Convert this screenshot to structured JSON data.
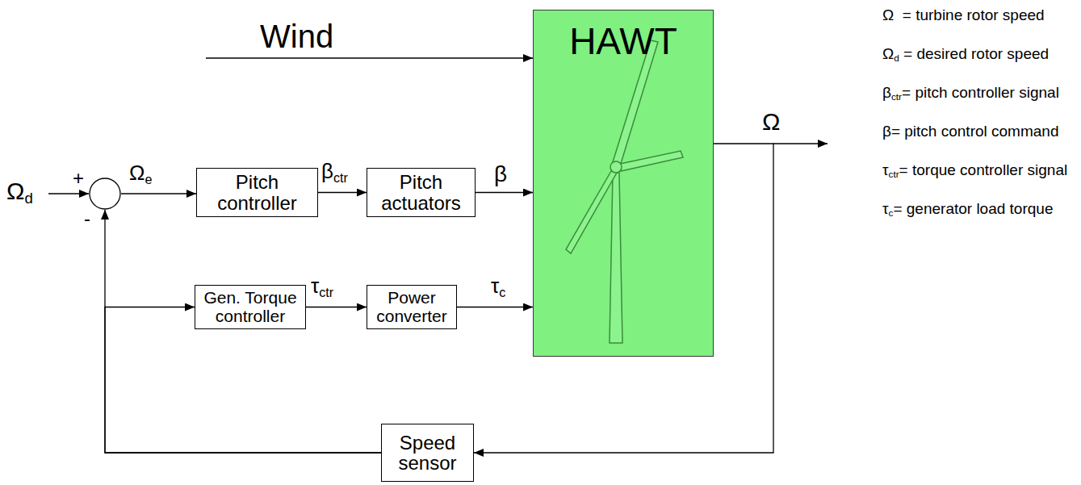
{
  "diagram": {
    "nodes": [
      {
        "text": [
          "+",
          "-"
        ]
      },
      {
        "text": [
          "Pitch controller"
        ]
      },
      {
        "text": [
          "Pitch actuators"
        ]
      },
      {
        "text": [
          "HAWT"
        ]
      },
      {
        "text": [
          "Gen. Torque controller"
        ]
      },
      {
        "text": [
          "Power converter"
        ]
      },
      {
        "text": [
          "Speed sensor"
        ]
      }
    ],
    "edges": [
      {
        "from": 0,
        "to": 1,
        "label": "Ωe",
        "arrow": "to"
      },
      {
        "from": 1,
        "to": 2,
        "label": "βctr",
        "arrow": "to"
      },
      {
        "from": 2,
        "to": 3,
        "label": "β",
        "arrow": "to"
      },
      {
        "from": 4,
        "to": 5,
        "label": "τctr",
        "arrow": "to"
      },
      {
        "from": 5,
        "to": 3,
        "label": "τc",
        "arrow": "to"
      },
      {
        "from": 3,
        "to": 6,
        "label": "Ω",
        "arrow": "to"
      },
      {
        "from": 6,
        "to": 0,
        "arrow": "to"
      },
      {
        "from": 6,
        "to": 4,
        "arrow": "to"
      }
    ],
    "labels": [
      "Wind",
      "Ωd",
      "Ω  = turbine rotor speed",
      "Ωd = desired rotor speed",
      "βctr= pitch controller signal",
      "β= pitch control command",
      "τctr= torque controller signal",
      "τc= generator load torque"
    ]
  }
}
